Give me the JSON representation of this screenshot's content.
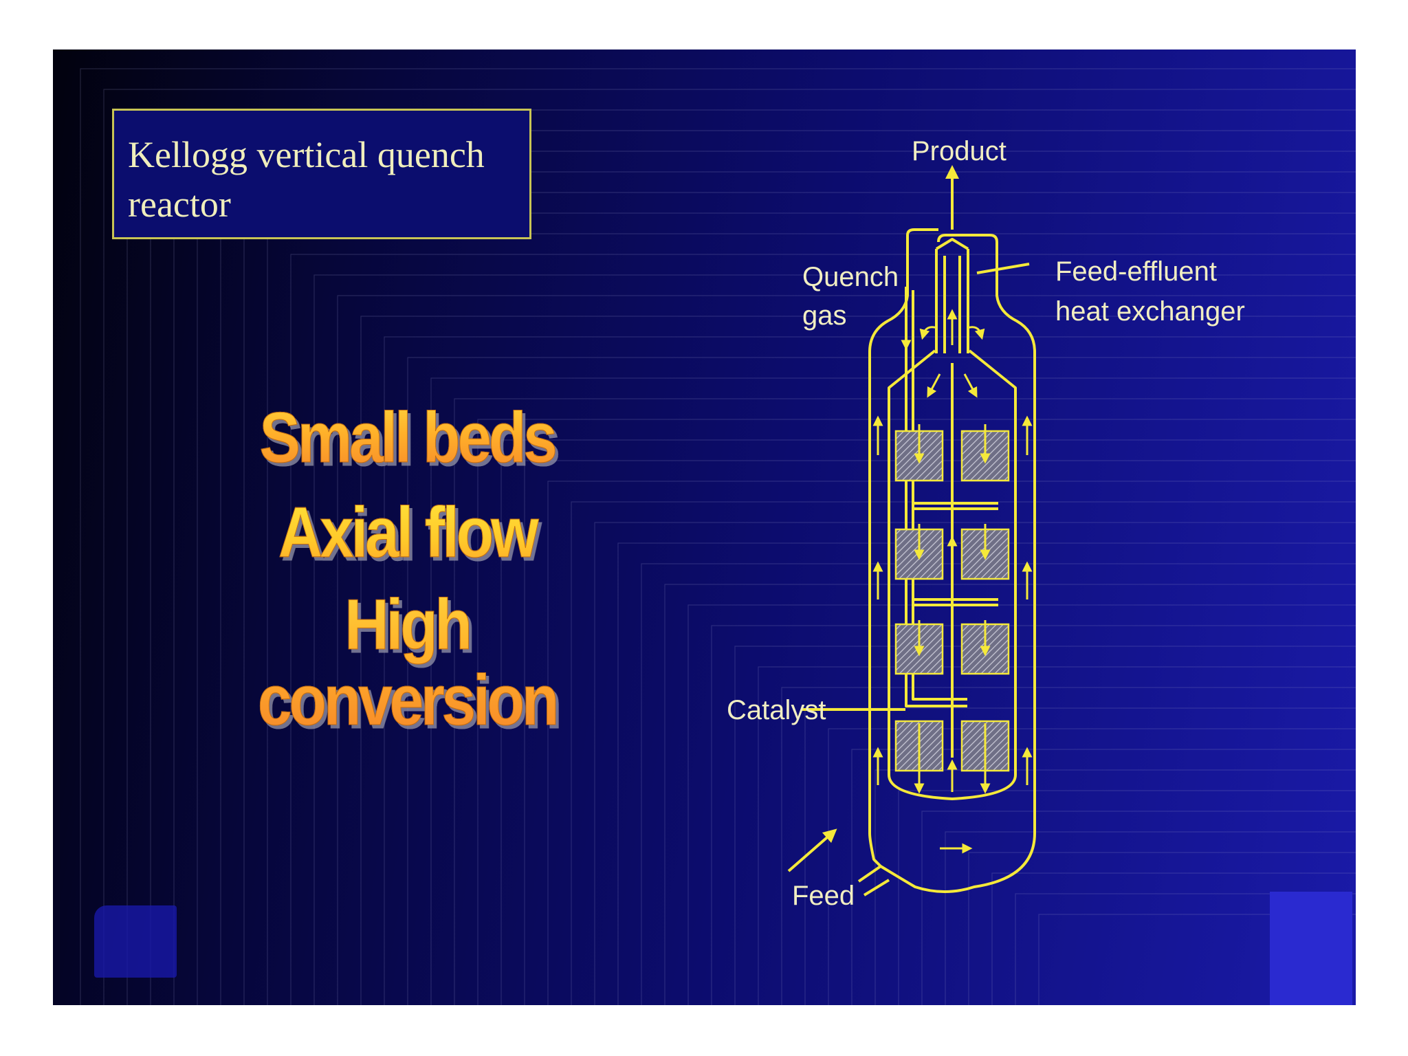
{
  "slide": {
    "title": "Kellogg vertical quench reactor",
    "title_lines": [
      "Kellogg vertical quench",
      "reactor"
    ],
    "highlights": [
      "Small  beds",
      "Axial flow",
      "High conversion"
    ],
    "colors": {
      "background": "#0c0c6e",
      "diagram_stroke": "#f5e93a",
      "label_text": "#f1eec2",
      "title_border": "#c8c455"
    }
  },
  "diagram": {
    "labels": {
      "product": "Product",
      "quench_gas_line1": "Quench",
      "quench_gas_line2": "gas",
      "feed_effluent_line1": "Feed-effluent",
      "feed_effluent_line2": "heat exchanger",
      "catalyst": "Catalyst",
      "feed": "Feed"
    }
  }
}
